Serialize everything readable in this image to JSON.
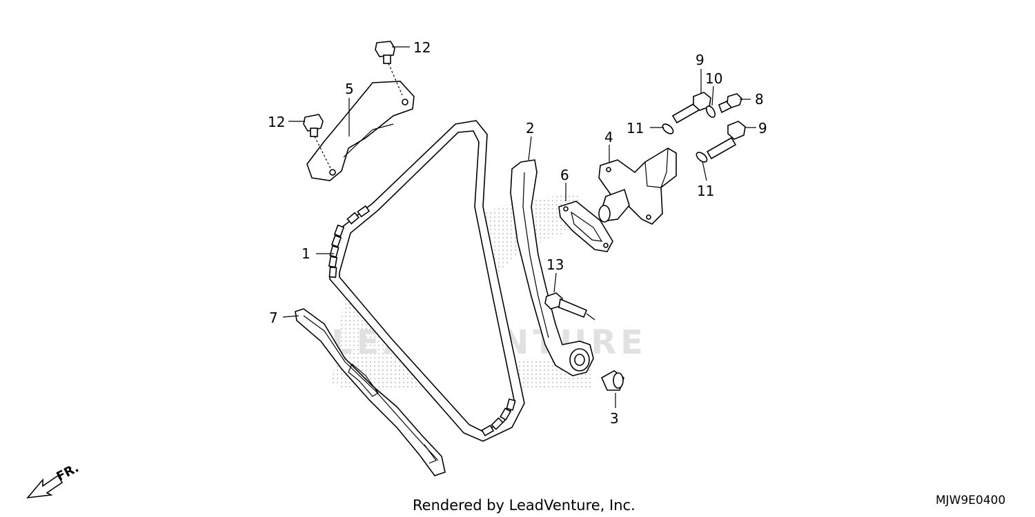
{
  "callouts": [
    {
      "id": "c1",
      "text": "1"
    },
    {
      "id": "c2",
      "text": "2"
    },
    {
      "id": "c3",
      "text": "3"
    },
    {
      "id": "c4",
      "text": "4"
    },
    {
      "id": "c5",
      "text": "5"
    },
    {
      "id": "c6",
      "text": "6"
    },
    {
      "id": "c7",
      "text": "7"
    },
    {
      "id": "c8",
      "text": "8"
    },
    {
      "id": "c9a",
      "text": "9"
    },
    {
      "id": "c9b",
      "text": "9"
    },
    {
      "id": "c10",
      "text": "10"
    },
    {
      "id": "c11a",
      "text": "11"
    },
    {
      "id": "c11b",
      "text": "11"
    },
    {
      "id": "c12a",
      "text": "12"
    },
    {
      "id": "c12b",
      "text": "12"
    },
    {
      "id": "c13",
      "text": "13"
    }
  ],
  "watermark": {
    "text": "LEADVENTURE"
  },
  "footer": {
    "credit": "Rendered by LeadVenture, Inc.",
    "diagram_code": "MJW9E0400"
  },
  "direction_marker": {
    "text": "FR."
  }
}
